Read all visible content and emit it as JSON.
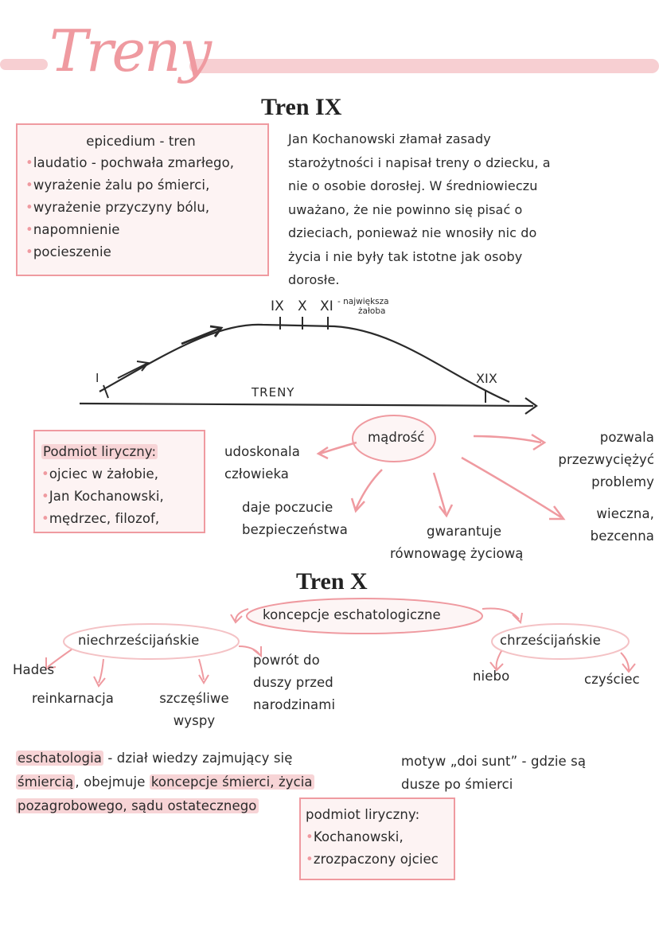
{
  "header": {
    "title": "Treny"
  },
  "tren9": {
    "heading": "Tren IX",
    "epicedium_box": {
      "title": "epicedium - tren",
      "items": [
        "laudatio - pochwała zmarłego,",
        "wyrażenie żalu po śmierci,",
        "wyrażenie przyczyny bólu,",
        "napomnienie",
        "pocieszenie"
      ]
    },
    "paragraph_lines": [
      "Jan Kochanowski złamał zasady",
      "starożytności i napisał treny o dziecku, a",
      "nie o osobie dorosłej. W średniowieczu",
      "uważano, że nie powinno się pisać o",
      "dzieciach, ponieważ nie wnosiły nic do",
      "życia i nie były tak istotne jak osoby",
      "dorosłe."
    ],
    "timeline": {
      "axis_label": "TRENY",
      "marker_start": "I",
      "marker_ix": "IX",
      "marker_x": "X",
      "marker_xi": "XI",
      "note_line1": "- największa",
      "note_line2": "żałoba",
      "marker_xix": "XIX"
    },
    "podmiot_box": {
      "title": "Podmiot liryczny:",
      "items": [
        "ojciec w żałobie,",
        "Jan Kochanowski,",
        "mędrzec, filozof,"
      ]
    },
    "wisdom": {
      "center": "mądrość",
      "udoskonala_1": "udoskonala",
      "udoskonala_2": "człowieka",
      "daje_1": "daje poczucie",
      "daje_2": "bezpieczeństwa",
      "gwarantuje_1": "gwarantuje",
      "gwarantuje_2": "równowagę życiową",
      "pozwala_1": "pozwala",
      "pozwala_2": "przezwyciężyć",
      "pozwala_3": "problemy",
      "wieczna_1": "wieczna,",
      "wieczna_2": "bezcenna"
    }
  },
  "tren10": {
    "heading": "Tren X",
    "center": "koncepcje eschatologiczne",
    "left_oval": "niechrześcijańskie",
    "right_oval": "chrześcijańskie",
    "hades": "Hades",
    "reinkarnacja": "reinkarnacja",
    "szczesliwe_1": "szczęśliwe",
    "szczesliwe_2": "wyspy",
    "powrot_1": "powrót do",
    "powrot_2": "duszy przed",
    "powrot_3": "narodzinami",
    "niebo": "niebo",
    "czysciec": "czyściec"
  },
  "bottom": {
    "eschatologia_term": "eschatologia",
    "eschatologia_line1_rest": " - dział wiedzy zajmujący się",
    "eschatologia_line2_a": "śmiercią",
    "eschatologia_line2_b": ", obejmuje ",
    "eschatologia_line2_c": "koncepcje śmierci, życia",
    "eschatologia_line3": "pozagrobowego, sądu ostatecznego",
    "motyw_line1": "motyw „doi sunt” - gdzie są",
    "motyw_line2": "dusze po śmierci",
    "podmiot_box": {
      "title": "podmiot liryczny:",
      "items": [
        "Kochanowski,",
        "zrozpaczony ojciec"
      ]
    }
  },
  "colors": {
    "accent": "#ef9aa0",
    "highlight": "#f7d4d6",
    "ink": "#2a2a2a"
  }
}
